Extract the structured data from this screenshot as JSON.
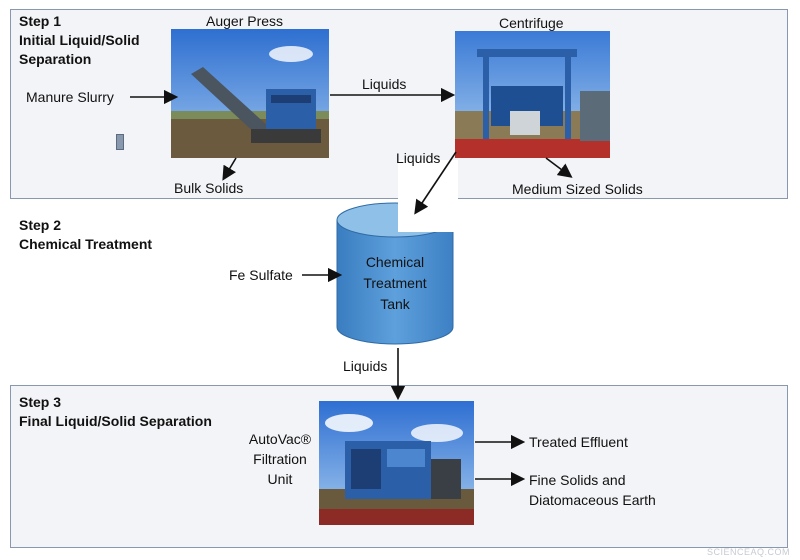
{
  "step1": {
    "title": "Step 1\nInitial Liquid/Solid\nSeparation",
    "auger_label": "Auger Press",
    "centrifuge_label": "Centrifuge",
    "input_label": "Manure Slurry",
    "liquids_label": "Liquids",
    "bulk_solids_label": "Bulk Solids",
    "medium_solids_label": "Medium Sized Solids",
    "liquids_out_label": "Liquids"
  },
  "step2": {
    "title": "Step 2\nChemical Treatment",
    "input_label": "Fe Sulfate",
    "tank_label": "Chemical\nTreatment\nTank",
    "liquids_out_label": "Liquids"
  },
  "step3": {
    "title": "Step 3\nFinal Liquid/Solid Separation",
    "unit_label": "AutoVac®\nFiltration\nUnit",
    "output1_label": "Treated Effluent",
    "output2_label": "Fine Solids and\nDiatomaceous Earth"
  },
  "watermark": "SCIENCEAQ.COM",
  "colors": {
    "panel_border": "#8a98ad",
    "panel_fill": "#f3f4f7",
    "tank_fill": "#4f92cf",
    "tank_top": "#8fc1e8",
    "sky": "#3f7fd6",
    "machine_blue": "#2b5fa8"
  }
}
